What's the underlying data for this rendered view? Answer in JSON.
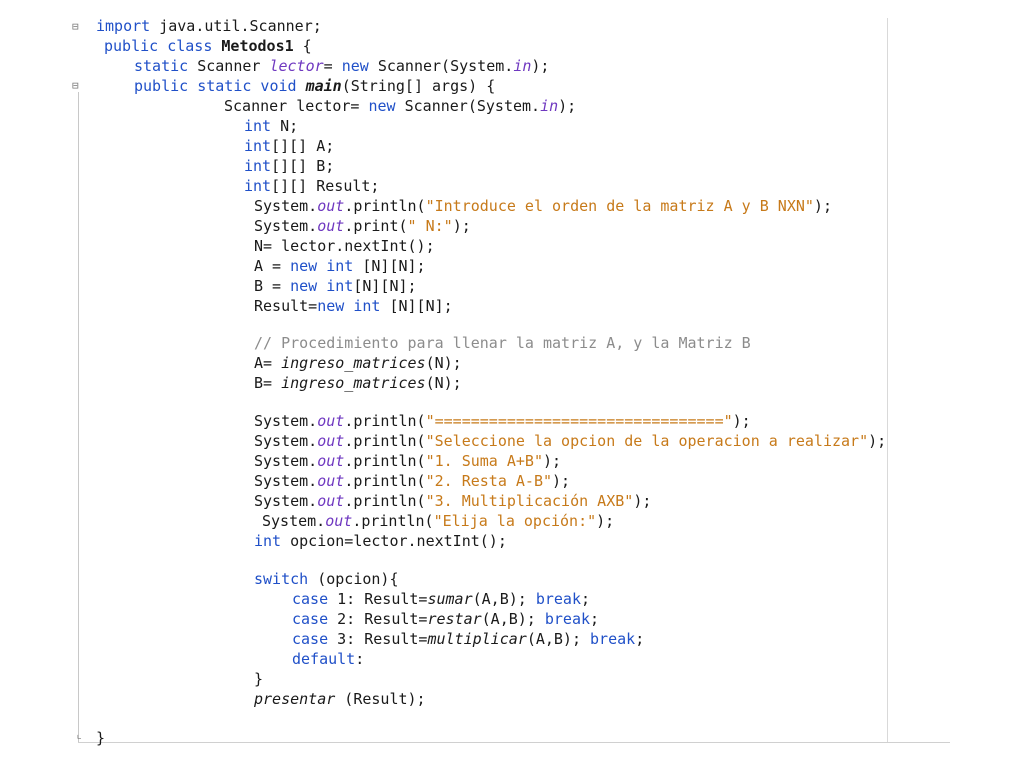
{
  "code": {
    "l01_kw": "import",
    "l01_rest": " java.util.Scanner;",
    "l02_kw": "public class",
    "l02_name": "Metodos1",
    "l02_rest": " {",
    "l03_kw": "static",
    "l03_a": " Scanner ",
    "l03_f": "lector",
    "l03_b": "= ",
    "l03_new": "new",
    "l03_c": " Scanner(System.",
    "l03_in": "in",
    "l03_d": ");",
    "l04_kw": "public static void",
    "l04_main": "main",
    "l04_rest": "(String[] args) {",
    "l05_a": "Scanner lector= ",
    "l05_new": "new",
    "l05_b": " Scanner(System.",
    "l05_in": "in",
    "l05_c": ");",
    "l06_kw": "int",
    "l06_rest": " N;",
    "l07_kw": "int",
    "l07_rest": "[][] A;",
    "l08_kw": "int",
    "l08_rest": "[][] B;",
    "l09_kw": "int",
    "l09_rest": "[][] Result;",
    "sys": "System.",
    "out": "out",
    "println": ".println(",
    "print": ".print(",
    "close": ");",
    "l10_str": "\"Introduce el orden de la matriz A y B NXN\"",
    "l11_str": "\" N:\"",
    "l12": "N= lector.nextInt();",
    "l13_a": "A = ",
    "l13_new": "new",
    "l13_int": "int",
    "l13_b": " [N][N];",
    "l14_a": "B = ",
    "l14_new": "new",
    "l14_int": "int",
    "l14_b": "[N][N];",
    "l15_a": "Result=",
    "l15_new": "new",
    "l15_int": "int",
    "l15_b": " [N][N];",
    "l16_comment": "// Procedimiento para llenar la matriz A, y la Matriz B",
    "l17_a": "A= ",
    "l17_fn": "ingreso_matrices",
    "l17_b": "(N);",
    "l18_a": "B= ",
    "l18_fn": "ingreso_matrices",
    "l18_b": "(N);",
    "l19_str": "\"================================\"",
    "l20_str": "\"Seleccione la opcion de la operacion a realizar\"",
    "l21_str": "\"1. Suma A+B\"",
    "l22_str": "\"2. Resta A-B\"",
    "l23_str": "\"3. Multiplicación AXB\"",
    "l24_str": "\"Elija la opción:\"",
    "l25_kw": "int",
    "l25_rest": " opcion=lector.nextInt();",
    "l26_kw": "switch",
    "l26_rest": " (opcion){",
    "case": "case",
    "break": "break",
    "l27_a": " 1: Result=",
    "l27_fn": "sumar",
    "l27_b": "(A,B); ",
    "l28_a": " 2: Result=",
    "l28_fn": "restar",
    "l28_b": "(A,B); ",
    "l29_a": " 3: Result=",
    "l29_fn": "multiplicar",
    "l29_b": "(A,B); ",
    "semi": ";",
    "l30_kw": "default",
    "l30_rest": ":",
    "l31": "}",
    "l32_fn": "presentar",
    "l32_rest": " (Result);",
    "l33": "}"
  },
  "fold_markers": {
    "top": "⊟",
    "method": "⊟",
    "end": "⌞"
  },
  "colors": {
    "keyword": "#2050c8",
    "field": "#6f38c0",
    "string": "#c77a1a",
    "comment": "#8c8c8c",
    "text": "#1a1a1a"
  }
}
